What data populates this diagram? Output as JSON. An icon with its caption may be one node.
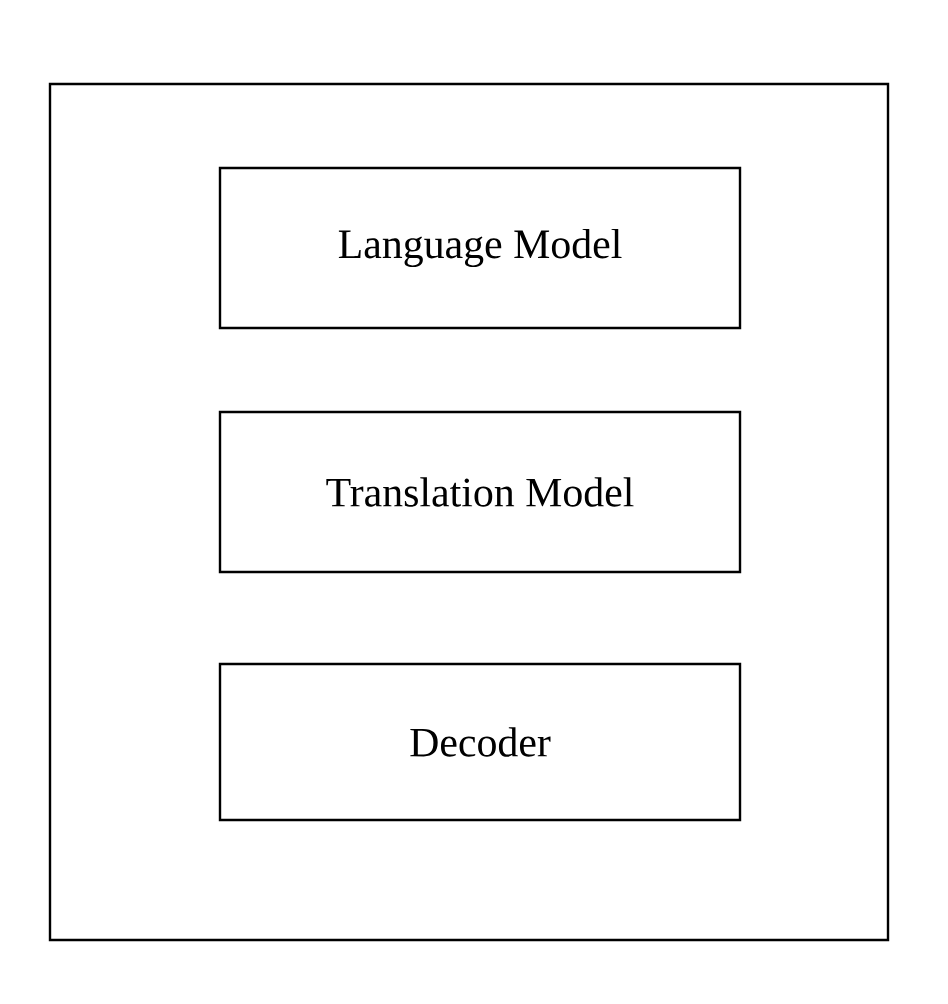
{
  "diagram": {
    "nodes": [
      {
        "text": [],
        "shape": "box"
      },
      {
        "text": [
          "Language Model"
        ],
        "in": 0
      },
      {
        "text": [
          "Translation Model"
        ],
        "in": 0
      },
      {
        "text": [
          "Decoder"
        ],
        "in": 0
      }
    ]
  }
}
